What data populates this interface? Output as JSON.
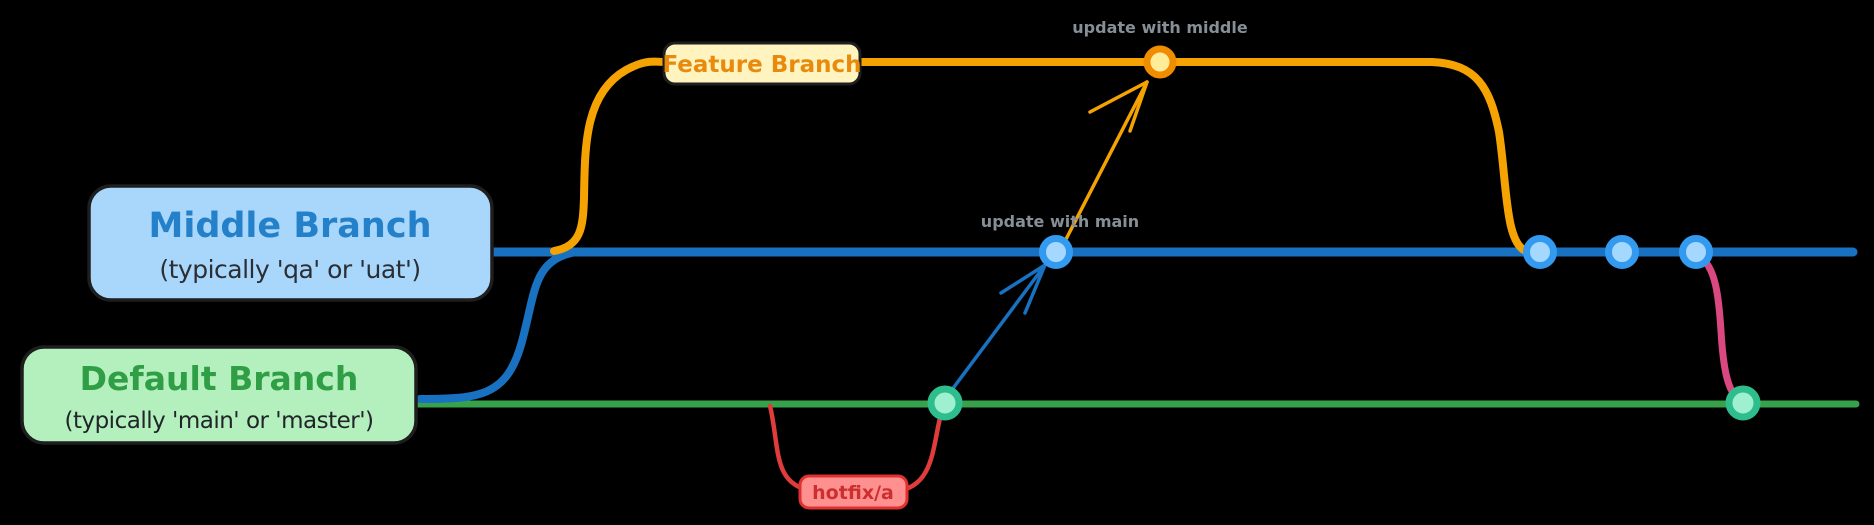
{
  "diagram": {
    "background": "#000000",
    "middle_branch": {
      "title": "Middle Branch",
      "subtitle": "(typically 'qa' or 'uat')",
      "line_color": "#1971c2",
      "box_fill": "#a8d7fb",
      "box_border": "#1e1e1e",
      "title_color": "#2480c8",
      "subtitle_color": "#2b2f35"
    },
    "default_branch": {
      "title": "Default Branch",
      "subtitle": "(typically 'main' or 'master')",
      "line_color": "#37a24b",
      "box_fill": "#b4f0bd",
      "box_border": "#1e1e1e",
      "title_color": "#2f9e44",
      "subtitle_color": "#212529"
    },
    "feature_branch": {
      "label": "Feature Branch",
      "line_color": "#f5a302",
      "label_fill": "#fff3bf",
      "label_border": "#1e1e1e",
      "label_text_color": "#e88a0c"
    },
    "hotfix_branch": {
      "label": "hotfix/a",
      "line_color": "#e03c3c",
      "label_fill": "#ff9090",
      "label_border": "#e03131",
      "label_text_color": "#cc2f2f"
    },
    "release_edge": {
      "line_color": "#d94880"
    },
    "arrows": {
      "main_to_middle_color": "#1971c2",
      "middle_to_feature_color": "#f5a302"
    },
    "annotations": {
      "update_with_middle": {
        "text": "update with middle",
        "color": "#868e96"
      },
      "update_with_main": {
        "text": "update with main",
        "color": "#868e96"
      }
    },
    "commit_styles": {
      "blue": {
        "ring": "#339af0",
        "fill": "#a5d8ff"
      },
      "green": {
        "ring": "#2ebd8c",
        "fill": "#9ff0d1"
      },
      "orange": {
        "ring": "#f08c00",
        "fill": "#ffec99"
      }
    }
  }
}
